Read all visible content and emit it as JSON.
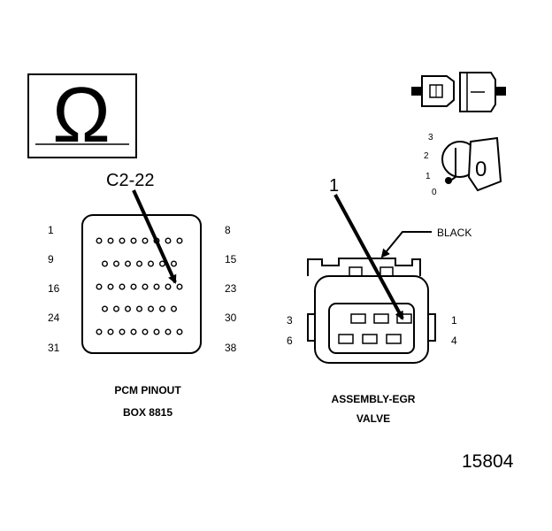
{
  "diagram": {
    "ohm_symbol": "Ω",
    "pcm": {
      "callout": "C2-22",
      "row_labels_left": [
        "1",
        "9",
        "16",
        "24",
        "31"
      ],
      "row_labels_right": [
        "8",
        "15",
        "23",
        "30",
        "38"
      ],
      "caption_line1": "PCM PINOUT",
      "caption_line2": "BOX 8815"
    },
    "egr": {
      "callout": "1",
      "color_label": "BLACK",
      "pin_labels": {
        "top_left": "3",
        "top_right": "1",
        "bottom_left": "6",
        "bottom_right": "4"
      },
      "caption_line1": "ASSEMBLY-EGR",
      "caption_line2": "VALVE"
    },
    "key_switch": {
      "positions": [
        "3",
        "2",
        "1",
        "0"
      ],
      "key_glyph": "0"
    },
    "figure_number": "15804"
  }
}
